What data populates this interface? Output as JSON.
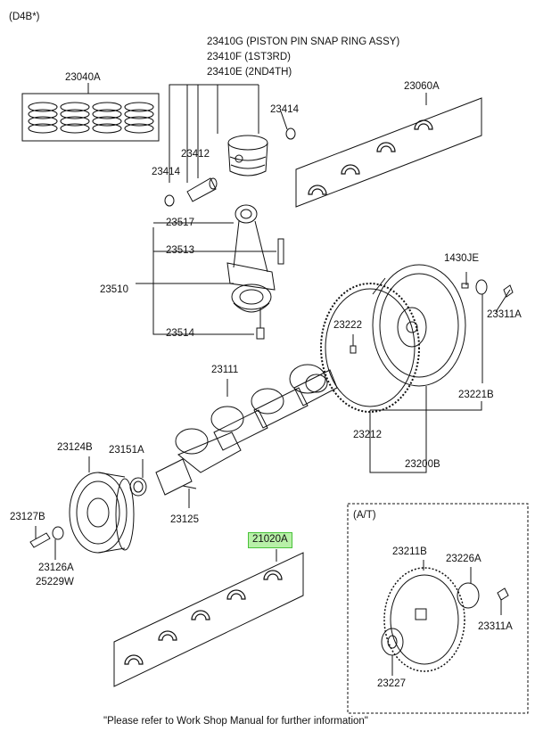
{
  "header": {
    "variant": "(D4B*)"
  },
  "labels": {
    "p23040A": "23040A",
    "p23410G": "23410G (PISTON PIN SNAP RING ASSY)",
    "p23410F": "23410F  (1ST3RD)",
    "p23410E": "23410E  (2ND4TH)",
    "p23414a": "23414",
    "p23414b": "23414",
    "p23412": "23412",
    "p23060A": "23060A",
    "p23517": "23517",
    "p23513": "23513",
    "p23510": "23510",
    "p23514": "23514",
    "p1430JE": "1430JE",
    "p23311A_top": "23311A",
    "p23222": "23222",
    "p23111": "23111",
    "p23221B": "23221B",
    "p23212": "23212",
    "p23200B": "23200B",
    "p23124B": "23124B",
    "p23151A": "23151A",
    "p23127B": "23127B",
    "p23125": "23125",
    "p23126A": "23126A",
    "p25229W": "25229W",
    "p21020A": "21020A",
    "p23211B": "23211B",
    "p23226A": "23226A",
    "p23311A_at": "23311A",
    "p23227": "23227"
  },
  "at_box": {
    "title": "(A/T)"
  },
  "footer": {
    "note": "\"Please refer to Work Shop Manual for further information\""
  },
  "colors": {
    "highlight_fill": "#b8f0a8",
    "highlight_border": "#49c23a",
    "line": "#111111"
  }
}
